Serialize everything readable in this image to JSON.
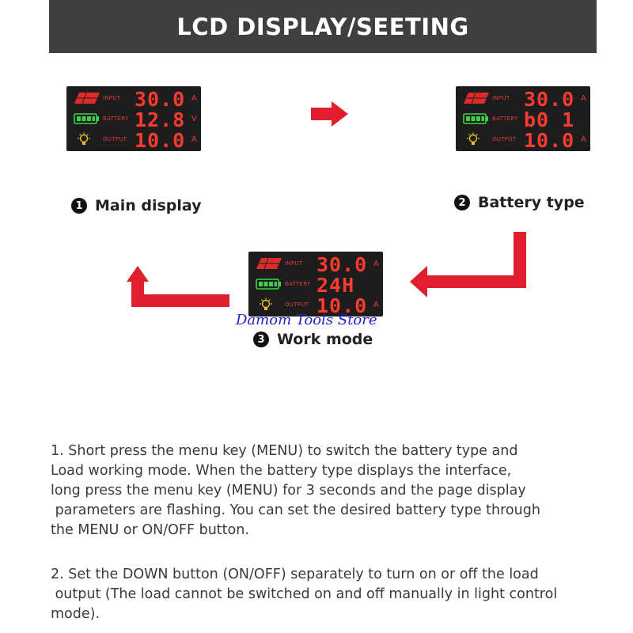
{
  "header": {
    "title": "LCD DISPLAY/SEETING"
  },
  "displays": [
    {
      "rows": [
        {
          "label": "INPUT",
          "value": "30.0",
          "unit": "A"
        },
        {
          "label": "BATTERY",
          "value": "12.8",
          "unit": "V"
        },
        {
          "label": "OUTPUT",
          "value": "10.0",
          "unit": "A"
        }
      ]
    },
    {
      "rows": [
        {
          "label": "INPUT",
          "value": "30.0",
          "unit": "A"
        },
        {
          "label": "BATTERY",
          "value": "b0 1",
          "unit": ""
        },
        {
          "label": "OUTPUT",
          "value": "10.0",
          "unit": "A"
        }
      ]
    },
    {
      "rows": [
        {
          "label": "INPUT",
          "value": "30.0",
          "unit": "A"
        },
        {
          "label": "BATTERY",
          "value": "24H",
          "unit": ""
        },
        {
          "label": "OUTPUT",
          "value": "10.0",
          "unit": "A"
        }
      ]
    }
  ],
  "steps": [
    {
      "num": "1",
      "label": "Main display"
    },
    {
      "num": "2",
      "label": "Battery type"
    },
    {
      "num": "3",
      "label": "Work mode"
    }
  ],
  "watermark": "Damom Tools Store",
  "paragraphs": [
    "1. Short press the menu key (MENU) to switch the battery type and\nLoad working mode. When the battery type displays the interface,\nlong press the menu key (MENU) for 3 seconds and the page display\n parameters are flashing. You can set the desired battery type through\nthe MENU or ON/OFF button.",
    "2. Set the DOWN button (ON/OFF) separately to turn on or off the load\n output (The load cannot be switched on and off manually in light control\nmode)."
  ],
  "colors": {
    "header_bg": "#3f3f3f",
    "arrow": "#e01e2e",
    "lcd_bg": "#1d1d1d",
    "lcd_red": "#ff3b30",
    "lcd_green": "#3fd04a"
  }
}
